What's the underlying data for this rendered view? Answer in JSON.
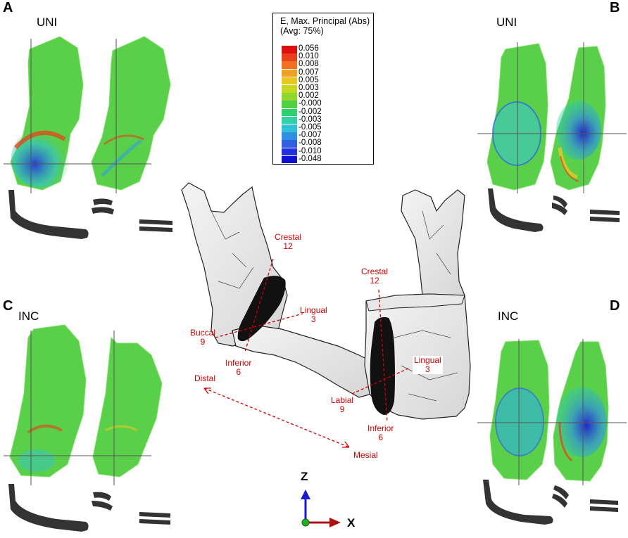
{
  "panels": [
    {
      "letter": "A",
      "title": "UNI"
    },
    {
      "letter": "B",
      "title": "UNI"
    },
    {
      "letter": "C",
      "title": "INC"
    },
    {
      "letter": "D",
      "title": "INC"
    }
  ],
  "legend": {
    "title_line1": "E, Max. Principal (Abs)",
    "title_line2": "(Avg: 75%)",
    "entries": [
      {
        "value": "0.056",
        "color": "#e01010"
      },
      {
        "value": "0.010",
        "color": "#e8401a"
      },
      {
        "value": "0.008",
        "color": "#f07020"
      },
      {
        "value": "0.007",
        "color": "#f0a020"
      },
      {
        "value": "0.005",
        "color": "#e8c820"
      },
      {
        "value": "0.003",
        "color": "#c8d820"
      },
      {
        "value": "0.002",
        "color": "#90d830"
      },
      {
        "value": "-0.000",
        "color": "#50d040"
      },
      {
        "value": "-0.002",
        "color": "#30d070"
      },
      {
        "value": "-0.003",
        "color": "#30d0a8"
      },
      {
        "value": "-0.005",
        "color": "#30c0d8"
      },
      {
        "value": "-0.007",
        "color": "#3090e0"
      },
      {
        "value": "-0.008",
        "color": "#3060e0"
      },
      {
        "value": "-0.010",
        "color": "#2030e0"
      },
      {
        "value": "-0.048",
        "color": "#1010d0"
      }
    ]
  },
  "annotations": {
    "left_crestal": {
      "name": "Crestal",
      "value": "12"
    },
    "left_lingual": {
      "name": "Lingual",
      "value": "3"
    },
    "left_buccal": {
      "name": "Buccal",
      "value": "9"
    },
    "left_inferior": {
      "name": "Inferior",
      "value": "6"
    },
    "right_crestal": {
      "name": "Crestal",
      "value": "12"
    },
    "right_lingual": {
      "name": "Lingual",
      "value": "3"
    },
    "right_labial": {
      "name": "Labial",
      "value": "9"
    },
    "right_inferior": {
      "name": "Inferior",
      "value": "6"
    },
    "distal": "Distal",
    "mesial": "Mesial"
  },
  "axes": {
    "z": "Z",
    "x": "X"
  },
  "colors": {
    "annotation_red": "#d00000",
    "bone_green": "#5ad04a",
    "graft_black": "#111111",
    "axis_blue": "#1a1ad0",
    "axis_red": "#b01010",
    "axis_green": "#20b020"
  }
}
